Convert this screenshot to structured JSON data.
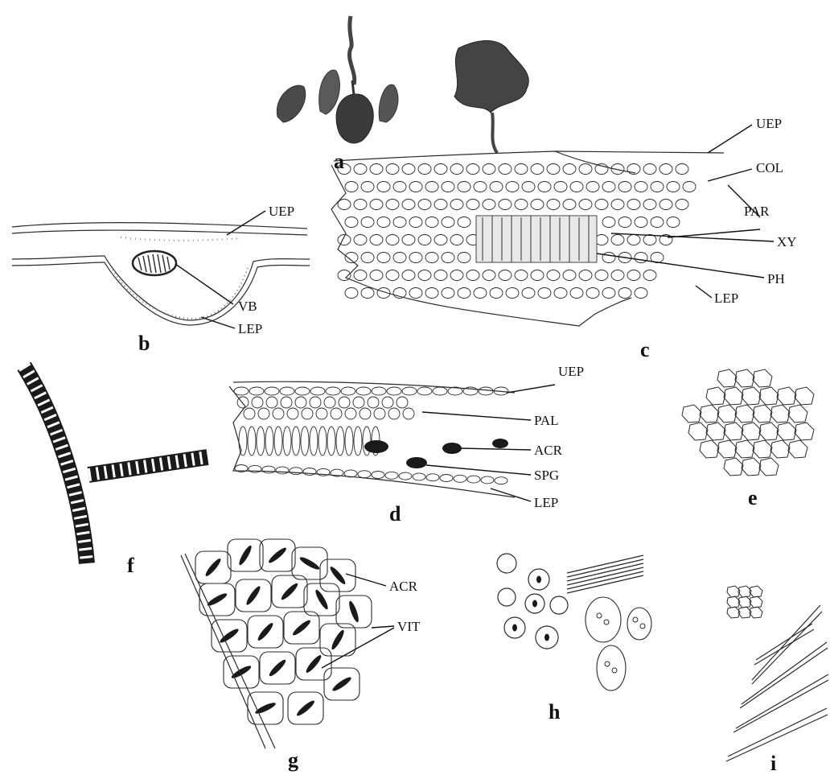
{
  "panels": {
    "a": "a",
    "b": "b",
    "c": "c",
    "d": "d",
    "e": "e",
    "f": "f",
    "g": "g",
    "h": "h",
    "i": "i"
  },
  "labels": {
    "b": {
      "uep": "UEP",
      "vb": "VB",
      "lep": "LEP"
    },
    "c": {
      "uep": "UEP",
      "col": "COL",
      "par": "PAR",
      "xy": "XY",
      "ph": "PH",
      "lep": "LEP"
    },
    "d": {
      "uep": "UEP",
      "pal": "PAL",
      "acr": "ACR",
      "spg": "SPG",
      "lep": "LEP"
    },
    "g": {
      "acr": "ACR",
      "vit": "VIT"
    }
  },
  "colors": {
    "ink": "#2a2a2a",
    "dark_fill": "#1a1a1a",
    "paper": "#ffffff"
  }
}
